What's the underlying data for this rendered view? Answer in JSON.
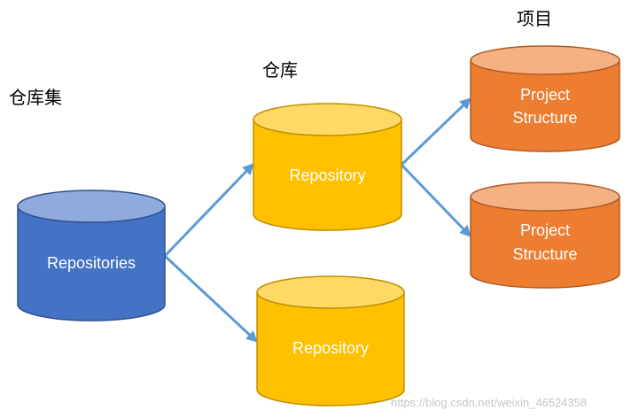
{
  "headings": {
    "repository_set": "仓库集",
    "repository": "仓库",
    "project": "项目"
  },
  "nodes": [
    {
      "lines": [
        "Repositories"
      ],
      "fill": "#4472C4",
      "top_fill": "#8FAADC",
      "stroke": "#2F528F"
    },
    {
      "lines": [
        "Repository"
      ],
      "fill": "#FFC000",
      "top_fill": "#FFD966",
      "stroke": "#BF9000"
    },
    {
      "lines": [
        "Repository"
      ],
      "fill": "#FFC000",
      "top_fill": "#FFD966",
      "stroke": "#BF9000"
    },
    {
      "lines": [
        "Project",
        "Structure"
      ],
      "fill": "#ED7D31",
      "top_fill": "#F4B183",
      "stroke": "#AE5A21"
    },
    {
      "lines": [
        "Project",
        "Structure"
      ],
      "fill": "#ED7D31",
      "top_fill": "#F4B183",
      "stroke": "#AE5A21"
    }
  ],
  "edges": [
    {
      "from": 0,
      "to": 1
    },
    {
      "from": 0,
      "to": 2
    },
    {
      "from": 1,
      "to": 3
    },
    {
      "from": 1,
      "to": 4
    }
  ],
  "colors": {
    "arrow": "#5B9BD5",
    "node_text": "#FFFFFF"
  },
  "watermark": "https://blog.csdn.net/weixin_46524358"
}
